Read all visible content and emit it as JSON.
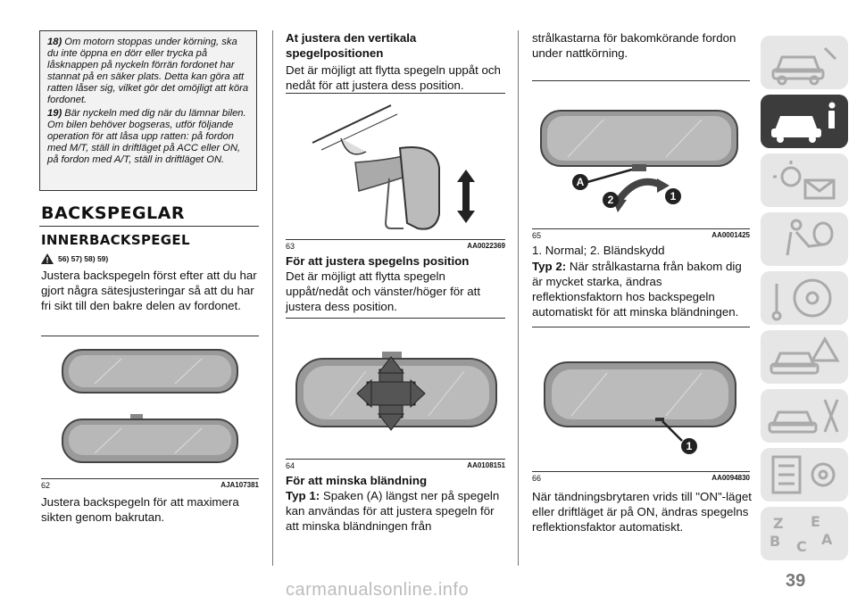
{
  "note": {
    "n18_label": "18)",
    "n18_text": "Om motorn stoppas under körning, ska du inte öppna en dörr eller trycka på låsknappen på nyckeln förrän fordonet har stannat på en säker plats. Detta kan göra att ratten låser sig, vilket gör det omöjligt att köra fordonet.",
    "n19_label": "19)",
    "n19_text": "Bär nyckeln med dig när du lämnar bilen. Om bilen behöver bogseras, utför följande operation för att låsa upp ratten: på fordon med M/T, ställ in driftläget på ACC eller ON, på fordon med A/T, ställ in driftläget ON."
  },
  "section": {
    "title": "BACKSPEGLAR",
    "subtitle": "INNERBACKSPEGEL",
    "warning_refs": "56)  57)  58)  59)"
  },
  "col1": {
    "intro": "Justera backspegeln först efter att du har gjort några sätesjusteringar så att du har fri sikt till den bakre delen av fordonet.",
    "fig62_num": "62",
    "fig62_code": "AJA107381",
    "after": "Justera backspegeln för att maximera sikten genom bakrutan."
  },
  "col2": {
    "h1": "At justera den vertikala spegelpositionen",
    "p1": "Det är möjligt att flytta spegeln uppåt och nedåt för att justera dess position.",
    "fig63_num": "63",
    "fig63_code": "AA0022369",
    "h2": "För att justera spegelns position",
    "p2": "Det är möjligt att flytta spegeln uppåt/nedåt och vänster/höger för att justera dess position.",
    "fig64_num": "64",
    "fig64_code": "AA0108151",
    "h3": "För att minska bländning",
    "typ1_label": "Typ 1:",
    "typ1_text": "Spaken (A) längst ner på spegeln kan användas för att justera spegeln för att minska bländningen från"
  },
  "col3": {
    "p1": "strålkastarna för bakomkörande fordon under nattkörning.",
    "fig65_num": "65",
    "fig65_code": "AA0001425",
    "fig65_label_a": "A",
    "fig65_label_1": "1",
    "fig65_label_2": "2",
    "legend": "1. Normal; 2. Bländskydd",
    "typ2_label": "Typ 2:",
    "typ2_text": "När strålkastarna från bakom dig är mycket starka, ändras reflektionsfaktorn hos backspegeln automatiskt för att minska bländningen.",
    "fig66_num": "66",
    "fig66_code": "AA0094830",
    "fig66_label_1": "1",
    "p2": "När tändningsbrytaren vrids till \"ON\"-läget eller driftläget är på ON, ändras spegelns reflektionsfaktor automatiskt."
  },
  "page_number": "39",
  "watermark": "carmanualsonline.info",
  "colors": {
    "tab_active": "#3c3c3c",
    "tab_inactive": "#e6e6e6",
    "accent_dark": "#111111"
  }
}
